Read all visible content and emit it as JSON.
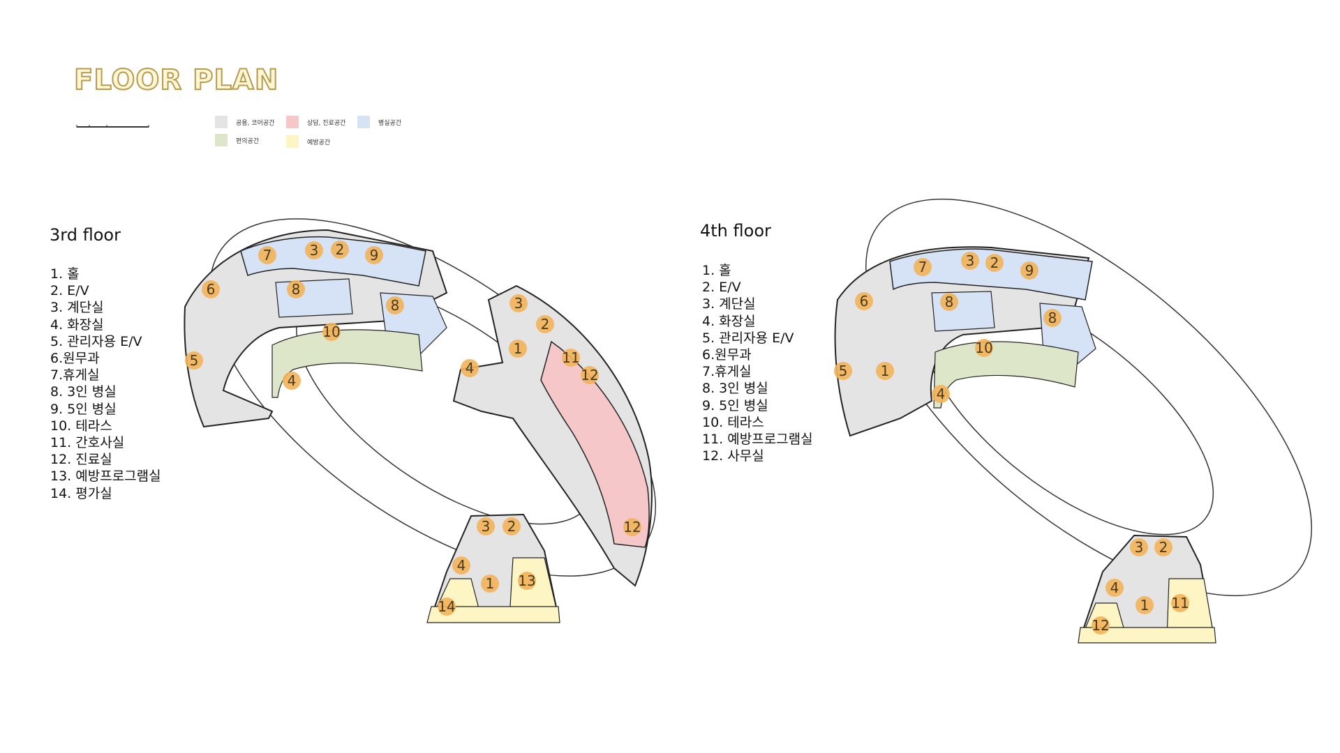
{
  "title": "FLOOR PLAN",
  "legend": {
    "items": [
      {
        "label": "공용, 코어공간",
        "color": "#e4e4e4"
      },
      {
        "label": "상담, 진료공간",
        "color": "#f6c7c9"
      },
      {
        "label": "병실공간",
        "color": "#d6e3f6"
      },
      {
        "label": "편의공간",
        "color": "#dde6c8"
      },
      {
        "label": "예방공간",
        "color": "#fdf6c4"
      }
    ]
  },
  "floors": [
    {
      "title": "3rd floor",
      "rooms": [
        "1. 홀",
        "2. E/V",
        "3. 계단실",
        "4. 화장실",
        "5. 관리자용 E/V",
        "6.원무과",
        "7.휴게실",
        "8. 3인 병실",
        "9. 5인 병실",
        "10. 테라스",
        "11. 간호사실",
        "12. 진료실",
        "13. 예방프로그램실",
        "14. 평가실"
      ],
      "markers": [
        "7",
        "3",
        "2",
        "9",
        "6",
        "8",
        "8",
        "3",
        "2",
        "10",
        "1",
        "5",
        "4",
        "4",
        "11",
        "12",
        "12",
        "3",
        "2",
        "4",
        "1",
        "13",
        "14"
      ]
    },
    {
      "title": "4th floor",
      "rooms": [
        "1. 홀",
        "2. E/V",
        "3. 계단실",
        "4. 화장실",
        "5. 관리자용 E/V",
        "6.원무과",
        "7.휴게실",
        "8. 3인 병실",
        "9. 5인 병실",
        "10. 테라스",
        "11. 예방프로그램실",
        "12. 사무실"
      ],
      "markers": [
        "7",
        "3",
        "2",
        "9",
        "6",
        "8",
        "8",
        "10",
        "5",
        "1",
        "4",
        "3",
        "2",
        "4",
        "1",
        "11",
        "12"
      ]
    }
  ],
  "colors": {
    "marker": "#f2b35a",
    "core": "#e4e4e4",
    "clinic": "#f6c7c9",
    "ward": "#d6e3f6",
    "terrace": "#dde6c8",
    "prevent": "#fdf6c4",
    "wall": "#222222"
  }
}
